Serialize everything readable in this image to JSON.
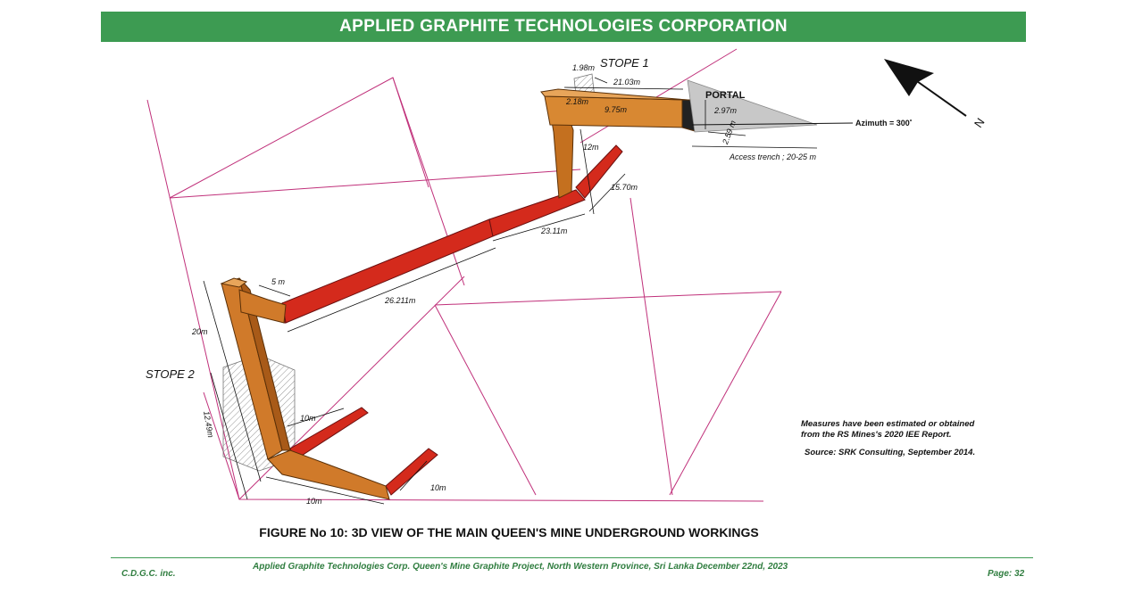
{
  "header": {
    "title": "APPLIED GRAPHITE TECHNOLOGIES  CORPORATION"
  },
  "labels": {
    "stope1": "STOPE 1",
    "stope2": "STOPE 2",
    "portal": "PORTAL",
    "azimuth": "Azimuth = 300˚",
    "north": "N",
    "access_trench": "Access trench ; 20-25 m"
  },
  "dimensions": {
    "d_1_98": "1.98m",
    "d_2_18": "2.18m",
    "d_21_03": "21.03m",
    "d_9_75": "9.75m",
    "d_2_97": "2.97m",
    "d_2_59": "2.59 m",
    "d_12": "12m",
    "d_15_70": "15.70m",
    "d_23_11": "23.11m",
    "d_26_211": "26.211m",
    "d_5": "5 m",
    "d_20": "20m",
    "d_12_49": "12.49m",
    "d_10a": "10m",
    "d_10b": "10m",
    "d_10c": "10m"
  },
  "notes": {
    "line1": "Measures have been estimated or obtained",
    "line2": "from the RS Mines's 2020 IEE Report.",
    "source": "Source: SRK Consulting, September 2014."
  },
  "caption": "FIGURE No 10: 3D VIEW OF THE MAIN QUEEN'S MINE UNDERGROUND WORKINGS",
  "footer": {
    "company": "C.D.G.C. inc.",
    "project": "Applied Graphite Technologies Corp.    Queen's Mine Graphite Project, North Western Province, Sri Lanka  December 22nd, 2023",
    "page": "Page:  32"
  },
  "colors": {
    "header_green": "#3d9b52",
    "orange": "#d07a2a",
    "red": "#d42a1c",
    "frame": "#c0307a"
  }
}
